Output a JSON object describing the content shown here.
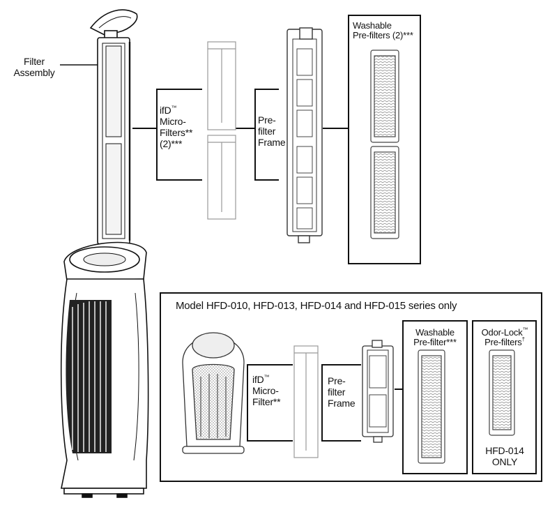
{
  "labels": {
    "filter_assembly": [
      "Filter",
      "Assembly"
    ],
    "ifd_micro_filters": [
      "ifD",
      "Micro-",
      "Filters**",
      "(2)***"
    ],
    "prefilter_frame": [
      "Pre-",
      "filter",
      "Frame"
    ],
    "washable_prefilters": [
      "Washable",
      "Pre-filters (2)***"
    ]
  },
  "inset": {
    "title": "Model HFD-010, HFD-013, HFD-014 and HFD-015 series only",
    "ifd_micro_filter": [
      "ifD",
      "Micro-",
      "Filter**"
    ],
    "prefilter_frame": [
      "Pre-",
      "filter",
      "Frame"
    ],
    "washable_prefilter": [
      "Washable",
      "Pre-filter***"
    ],
    "odor_lock_prefilters": [
      "Odor-Lock",
      "Pre-filters"
    ],
    "odor_lock_dagger": "†",
    "hfd014_only": [
      "HFD-014",
      "ONLY"
    ]
  },
  "symbols": {
    "trademark": "™"
  }
}
